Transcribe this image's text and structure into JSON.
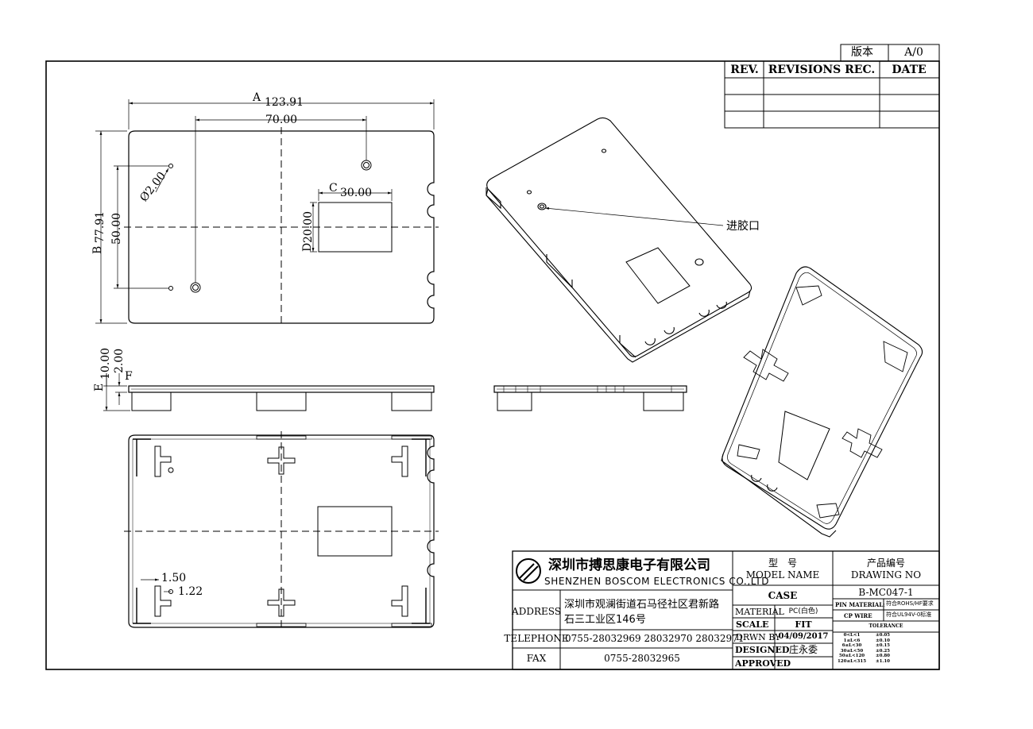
{
  "version_box": {
    "label": "版本",
    "value": "A/0"
  },
  "revision_table": {
    "rev": "REV.",
    "rec": "REVISIONS REC.",
    "date": "DATE"
  },
  "dimensions": {
    "width_marker": "A",
    "width": "123.91",
    "hole_spacing": "70.00",
    "hole_dia": "Ø2.00",
    "height_marker": "B",
    "height": "77.91",
    "hole_vspacing": "50.00",
    "window_w_marker": "C",
    "window_w": "30.00",
    "window_h_marker": "D",
    "window_h": "20.00",
    "thick_marker": "E",
    "thickness": "10.00",
    "plate_marker": "F",
    "plate": "2.00",
    "rib_a": "1.50",
    "rib_b": "1.22"
  },
  "callout": {
    "gate": "进胶口"
  },
  "title_block": {
    "company_cn": "深圳市搏思康电子有限公司",
    "company_en": "SHENZHEN BOSCOM ELECTRONICS CO.,LTD",
    "address_label": "ADDRESS",
    "address_line1": "深圳市观澜街道石马径社区君新路",
    "address_line2": "石三工业区146号",
    "telephone_label": "TELEPHONE",
    "telephone": "0755-28032969 28032970 28032971",
    "fax_label": "FAX",
    "fax": "0755-28032965",
    "model_cn": "型　号",
    "model_en": "MODEL NAME",
    "model_value": "CASE",
    "material_label": "MATERIAL",
    "material_value": "PC(白色)",
    "scale_label": "SCALE",
    "scale_value": "FIT",
    "drawn_label": "DRWN BY",
    "drawn_value": "04/09/2017",
    "designed_label": "DESIGNED",
    "designed_value": "庄永委",
    "approved_label": "APPROVED",
    "approved_value": "",
    "drawing_cn": "产品编号",
    "drawing_en": "DRAWING NO",
    "drawing_value": "B-MC047-1",
    "pin_material_label": "PIN MATERIAL:",
    "pin_material_value": "符合ROHS/HF要求",
    "cp_wire_label": "CP WIRE",
    "cp_wire_value": "符合UL94V-0标准",
    "tolerance_label": "TOLERANCE",
    "tolerances": [
      {
        "range": "0<L<1",
        "tol": "±0.05"
      },
      {
        "range": "1≤L<6",
        "tol": "±0.10"
      },
      {
        "range": "6≤L<30",
        "tol": "±0.15"
      },
      {
        "range": "30≤L<50",
        "tol": "±0.25"
      },
      {
        "range": "50≤L<120",
        "tol": "±0.80"
      },
      {
        "range": "120≤L<315",
        "tol": "±1.10"
      }
    ]
  }
}
